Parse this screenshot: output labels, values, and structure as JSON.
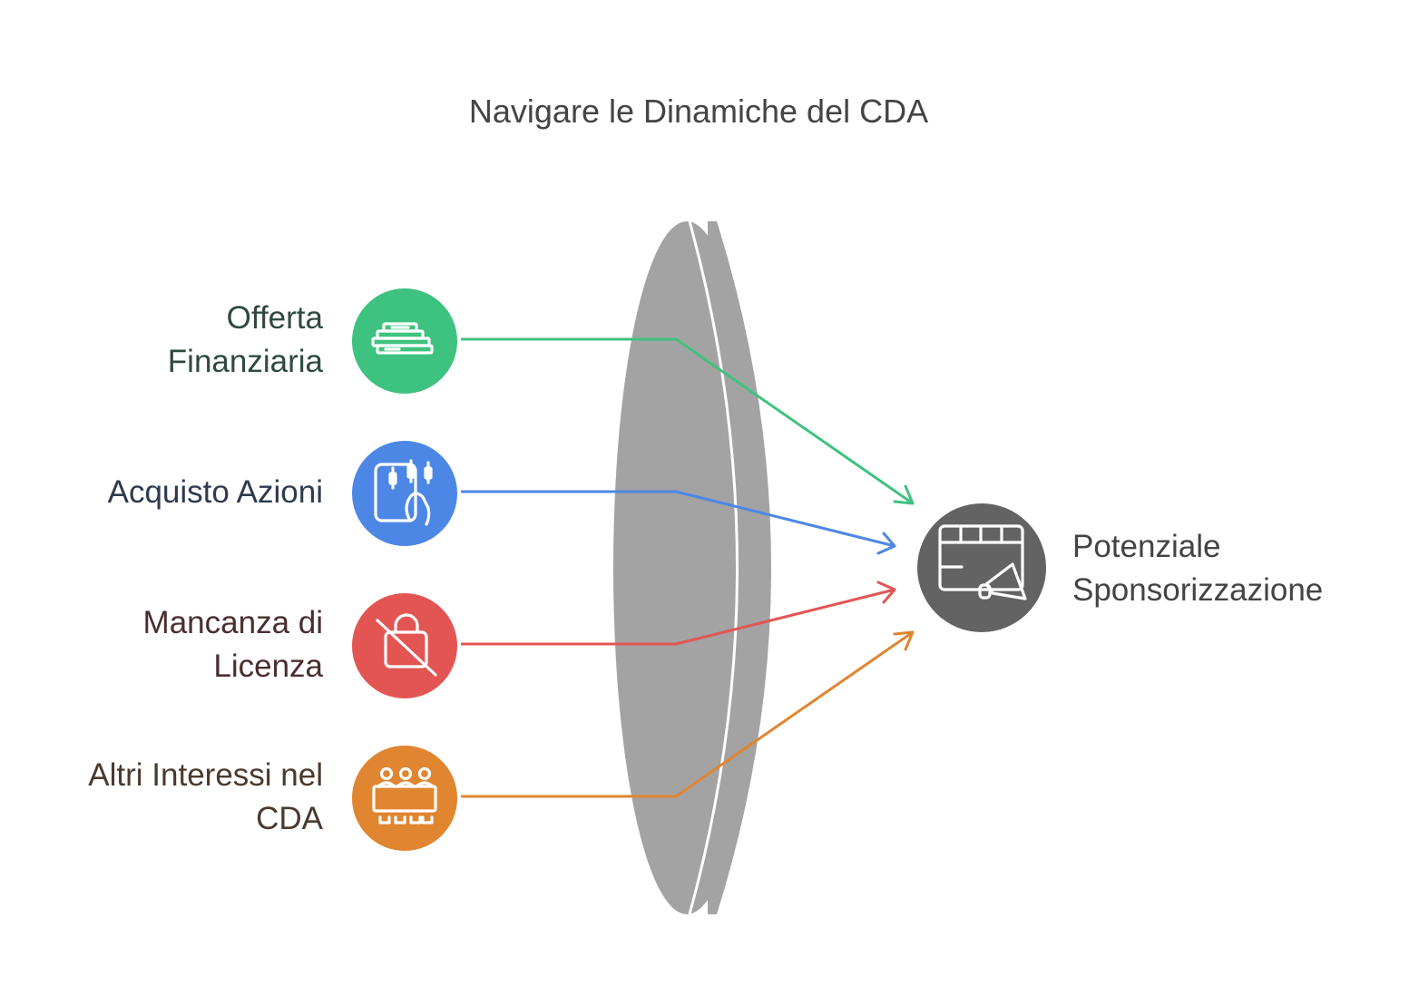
{
  "title": "Navigare le Dinamiche del CDA",
  "inputs": [
    {
      "line1": "Offerta",
      "line2": "Finanziaria",
      "color": "#3EC27F",
      "text_color": "#2F4A3C",
      "icon": "money-stack-icon"
    },
    {
      "line1": "Acquisto Azioni",
      "line2": "",
      "color": "#4D87E5",
      "text_color": "#2E3A4F",
      "icon": "stock-chart-hand-icon"
    },
    {
      "line1": "Mancanza di",
      "line2": "Licenza",
      "color": "#E35553",
      "text_color": "#4A2E2E",
      "icon": "no-lock-icon"
    },
    {
      "line1": "Altri Interessi nel",
      "line2": "CDA",
      "color": "#E08530",
      "text_color": "#4A3A2E",
      "icon": "board-meeting-icon"
    }
  ],
  "output": {
    "line1": "Potenziale",
    "line2": "Sponsorizzazione",
    "color": "#636363",
    "text_color": "#444444",
    "icon": "billboard-megaphone-icon"
  },
  "lens_color": "#A3A3A3"
}
